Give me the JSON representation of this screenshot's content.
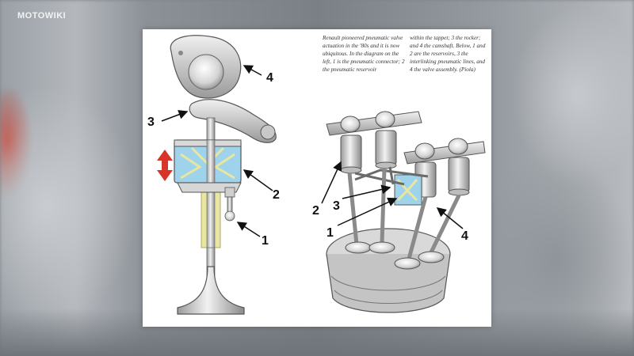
{
  "watermark": "MOTOWIKI",
  "caption": {
    "col1": "Renault pioneered pneumatic valve actuation in the '80s and it is now ubiquitous. In the diagram on the left, 1 is the pneumatic connector; 2 the pneumatic reservoir",
    "col2": "within the tappet; 3 the rocker; and 4 the camshaft. Below, 1 and 2 are the reservoirs, 3 the interlinking pneumatic lines, and 4 the valve assembly. (Piola)"
  },
  "left_diagram": {
    "labels": [
      "4",
      "3",
      "2",
      "1"
    ]
  },
  "right_diagram": {
    "labels": [
      "2",
      "3",
      "1",
      "4"
    ]
  },
  "colors": {
    "reservoir_blue": "#9fd3ec",
    "tappet_yellow": "#e8e6a0",
    "arrow_red": "#d8352a",
    "metal_light": "#e6e6e6",
    "metal_dark": "#8a8a8a"
  }
}
